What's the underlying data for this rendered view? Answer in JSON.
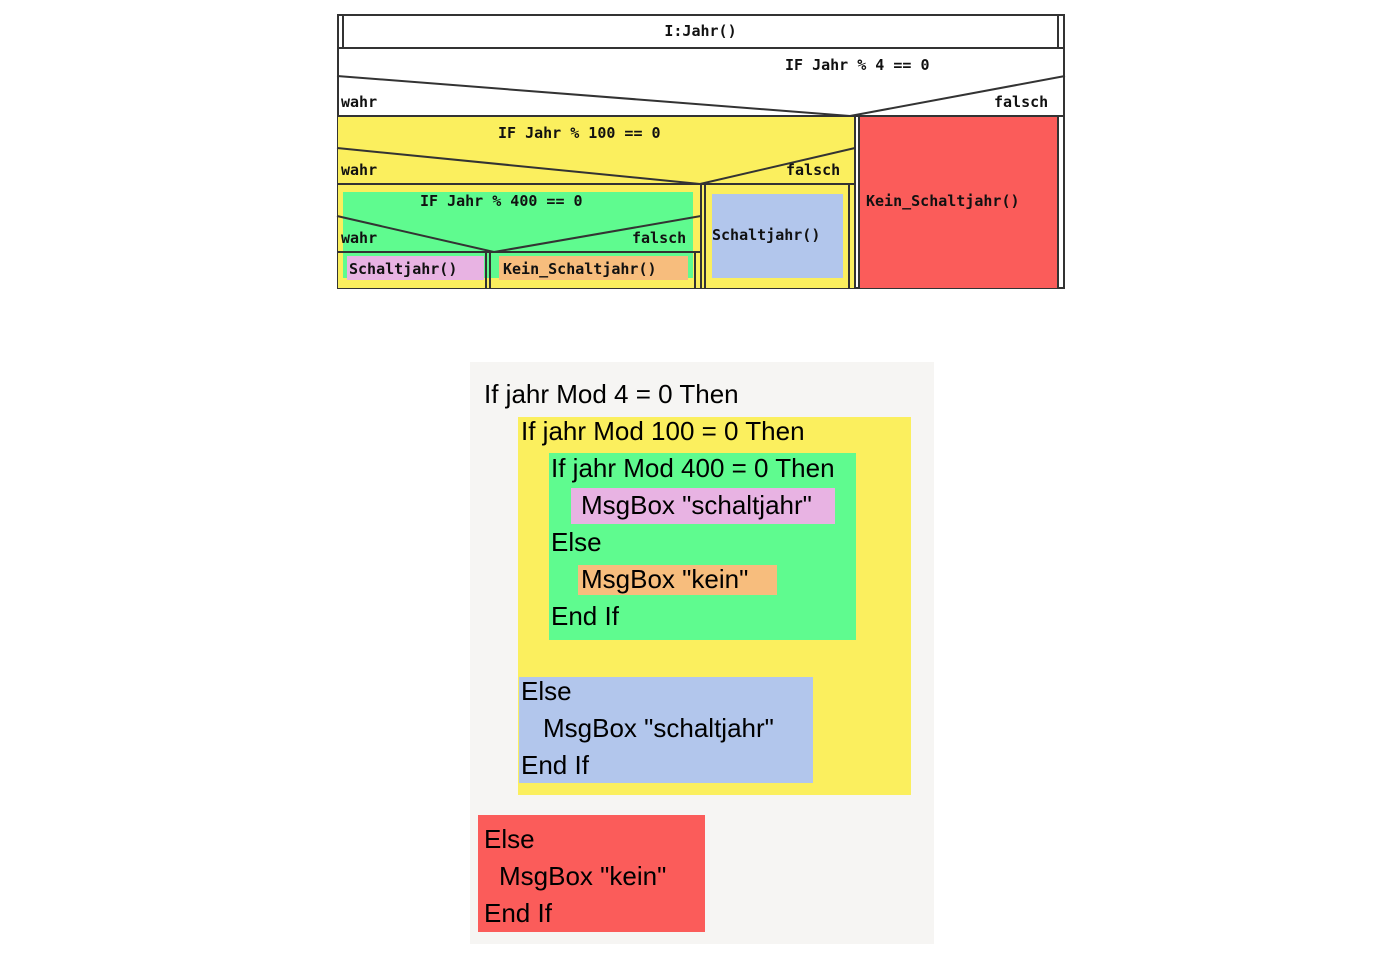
{
  "colors": {
    "yellow": "#fbef5e",
    "green": "#5ffb8f",
    "pink": "#e8b3e3",
    "orange": "#f7bd7d",
    "blue": "#b2c6ec",
    "red": "#fb5c5a",
    "panel": "#f6f5f3"
  },
  "struktogramm": {
    "title": "I:Jahr()",
    "if1": {
      "cond": "IF Jahr % 4 == 0",
      "true": "wahr",
      "false": "falsch",
      "false_action": "Kein_Schaltjahr()"
    },
    "if2": {
      "cond": "IF Jahr % 100 == 0",
      "true": "wahr",
      "false": "falsch",
      "false_action": "Schaltjahr()"
    },
    "if3": {
      "cond": "IF Jahr % 400 == 0",
      "true": "wahr",
      "false": "falsch",
      "true_action": "Schaltjahr()",
      "false_action": "Kein_Schaltjahr()"
    }
  },
  "code": {
    "l1": "If jahr Mod 4 = 0 Then",
    "l2": "If jahr Mod 100 = 0 Then",
    "l3": "If jahr Mod 400 = 0 Then",
    "l4": "MsgBox \"schaltjahr\"",
    "l5": "Else",
    "l6": "MsgBox \"kein\"",
    "l7": "End If",
    "l8": "Else",
    "l9": "MsgBox \"schaltjahr\"",
    "l10": "End If",
    "l11": "Else",
    "l12": "MsgBox \"kein\"",
    "l13": "End If"
  }
}
